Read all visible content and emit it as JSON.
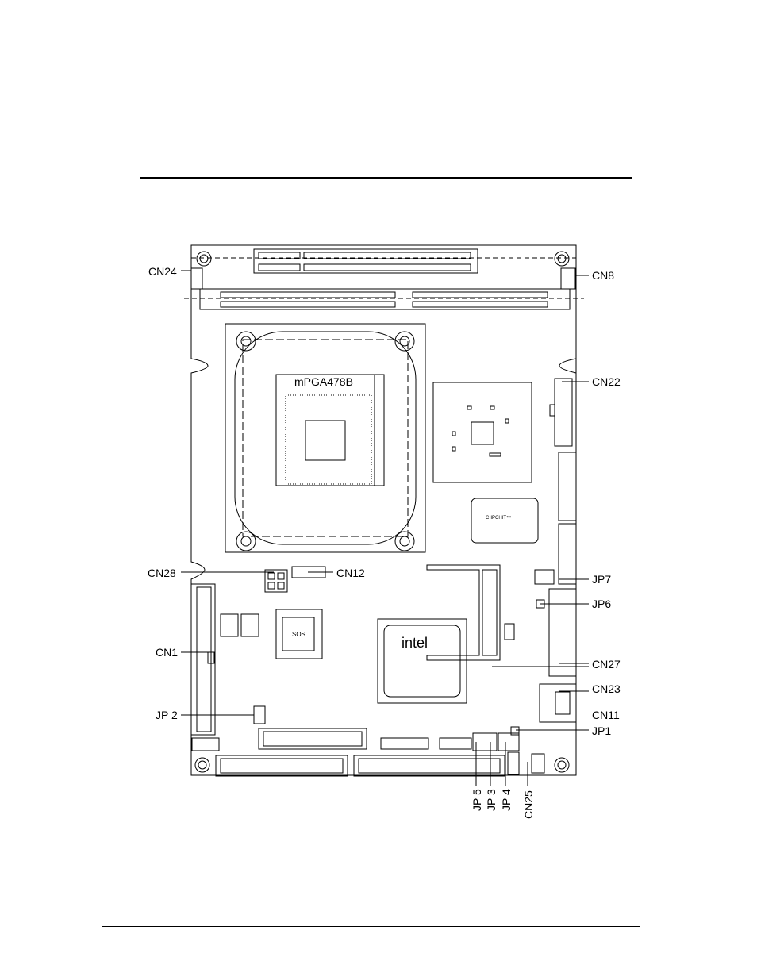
{
  "labels": {
    "cn24": "CN24",
    "cn8": "CN8",
    "cn22": "CN22",
    "cn28": "CN28",
    "cn12": "CN12",
    "jp7": "JP7",
    "jp6": "JP6",
    "cn1": "CN1",
    "cn27": "CN27",
    "cn23": "CN23",
    "cn11": "CN11",
    "jp1": "JP1",
    "jp2": "JP 2",
    "jp5": "JP 5",
    "jp3": "JP 3",
    "jp4": "JP 4",
    "cn25": "CN25"
  },
  "chips": {
    "socket": "mPGA478B",
    "intel": "intel",
    "chipset_brand": "C·IPCHIT™",
    "bios": "SOS"
  }
}
